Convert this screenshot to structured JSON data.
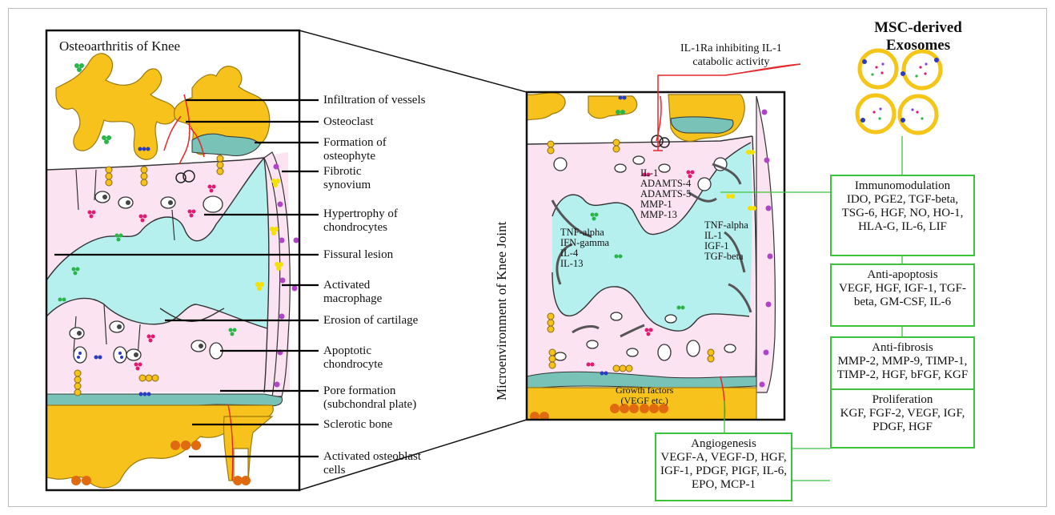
{
  "left_panel": {
    "title": "Osteoarthritis of Knee",
    "labels": [
      "Infiltration of vessels",
      "Osteoclast",
      "Formation of\nosteophyte",
      "Fibrotic\nsynovium",
      "Hypertrophy of\nchondrocytes",
      "Fissural lesion",
      "Activated\nmacrophage",
      "Erosion of cartilage",
      "Apoptotic\nchondrocyte",
      "Pore formation\n(subchondral plate)",
      "Sclerotic bone",
      "Activated osteoblast\ncells"
    ]
  },
  "middle_panel": {
    "title": "Microenvironment of Knee Joint",
    "top_annotation": "IL-1Ra inhibiting IL-1\ncatabolic activity",
    "cluster_center": "IL-1\nADAMTS-4\nADAMTS-5\nMMP-1\nMMP-13",
    "cluster_right": "TNF-alpha\nIL-1\nIGF-1\nTGF-beta",
    "cluster_left": "TNF-alpha\nIFN-gamma\nIL-4\nIL-13",
    "bottom_label": "Growth factors\n(VEGF etc.)"
  },
  "right_panel": {
    "title": "MSC-derived\nExosomes",
    "boxes": [
      {
        "title": "Immunomodulation",
        "text": "IDO, PGE2, TGF-beta,\nTSG-6, HGF, NO, HO-1,\nHLA-G, IL-6, LIF"
      },
      {
        "title": "Anti-apoptosis",
        "text": "VEGF, HGF, IGF-1, TGF-\nbeta, GM-CSF, IL-6"
      },
      {
        "title": "Anti-fibrosis",
        "text": "MMP-2, MMP-9, TIMP-1,\nTIMP-2, HGF, bFGF, KGF"
      },
      {
        "title": "Proliferation",
        "text": "KGF, FGF-2, VEGF, IGF,\nPDGF, HGF"
      },
      {
        "title": "Angiogenesis",
        "text": "VEGF-A, VEGF-D, HGF,\nIGF-1, PDGF, PIGF, IL-6,\nEPO, MCP-1"
      }
    ]
  },
  "colors": {
    "bone": "#f7c21c",
    "bone_edge": "#9a7a10",
    "cartilage": "#fbe3f1",
    "synovial_fluid": "#b6f0ee",
    "subchondral": "#78c2b8",
    "macrophage": "#b044c8",
    "vessel": "#e5262b",
    "green_box": "#3cc33c"
  }
}
